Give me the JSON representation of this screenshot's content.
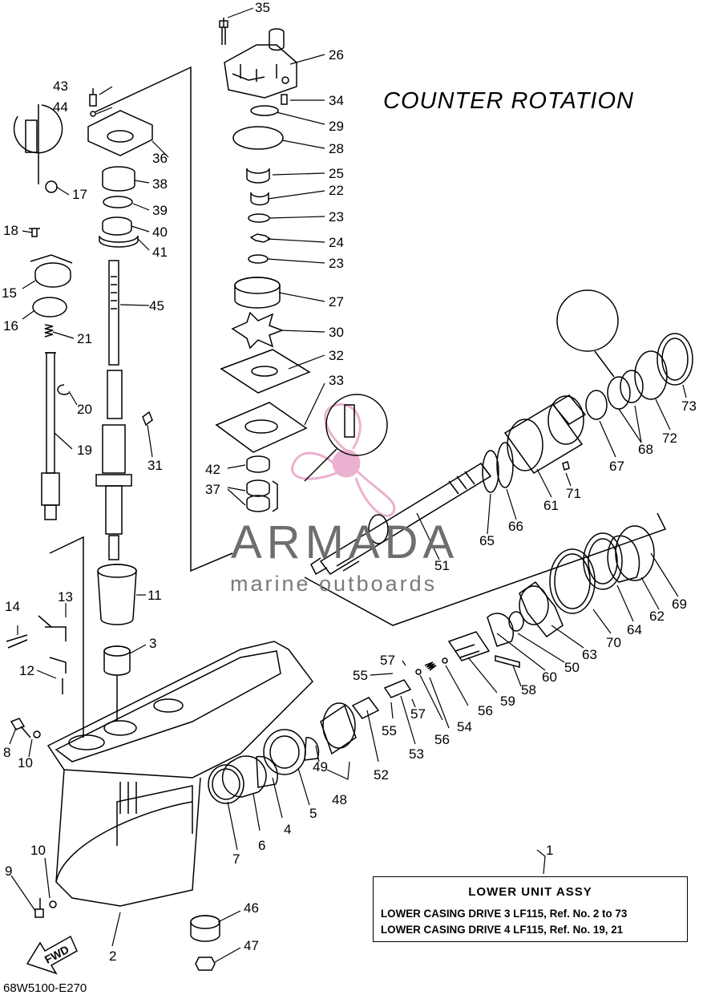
{
  "title": "COUNTER ROTATION",
  "diagram_code": "68W5100-E270",
  "watermark": {
    "brand": "ARMADA",
    "tagline": "marine outboards"
  },
  "note_box": {
    "number": "1",
    "title": "LOWER UNIT ASSY",
    "line1": "LOWER CASING DRIVE 3 LF115,  Ref. No. 2 to 73",
    "line2": "LOWER CASING DRIVE 4 LF115,  Ref. No. 19, 21"
  },
  "fwd_label": "FWD",
  "callouts": [
    "2",
    "3",
    "4",
    "5",
    "6",
    "7",
    "8",
    "9",
    "10",
    "10",
    "11",
    "12",
    "13",
    "14",
    "15",
    "16",
    "17",
    "18",
    "19",
    "20",
    "21",
    "22",
    "23",
    "23",
    "24",
    "25",
    "26",
    "27",
    "28",
    "29",
    "30",
    "31",
    "32",
    "33",
    "34",
    "35",
    "36",
    "37",
    "38",
    "39",
    "40",
    "41",
    "42",
    "43",
    "44",
    "45",
    "46",
    "47",
    "48",
    "49",
    "50",
    "51",
    "52",
    "53",
    "54",
    "55",
    "55",
    "56",
    "56",
    "57",
    "57",
    "58",
    "59",
    "60",
    "61",
    "62",
    "63",
    "64",
    "65",
    "66",
    "67",
    "68",
    "69",
    "70",
    "71",
    "72",
    "73"
  ],
  "colors": {
    "line": "#000000",
    "watermark_text": "#6e6e6e",
    "watermark_logo": "#e8a4c8"
  }
}
